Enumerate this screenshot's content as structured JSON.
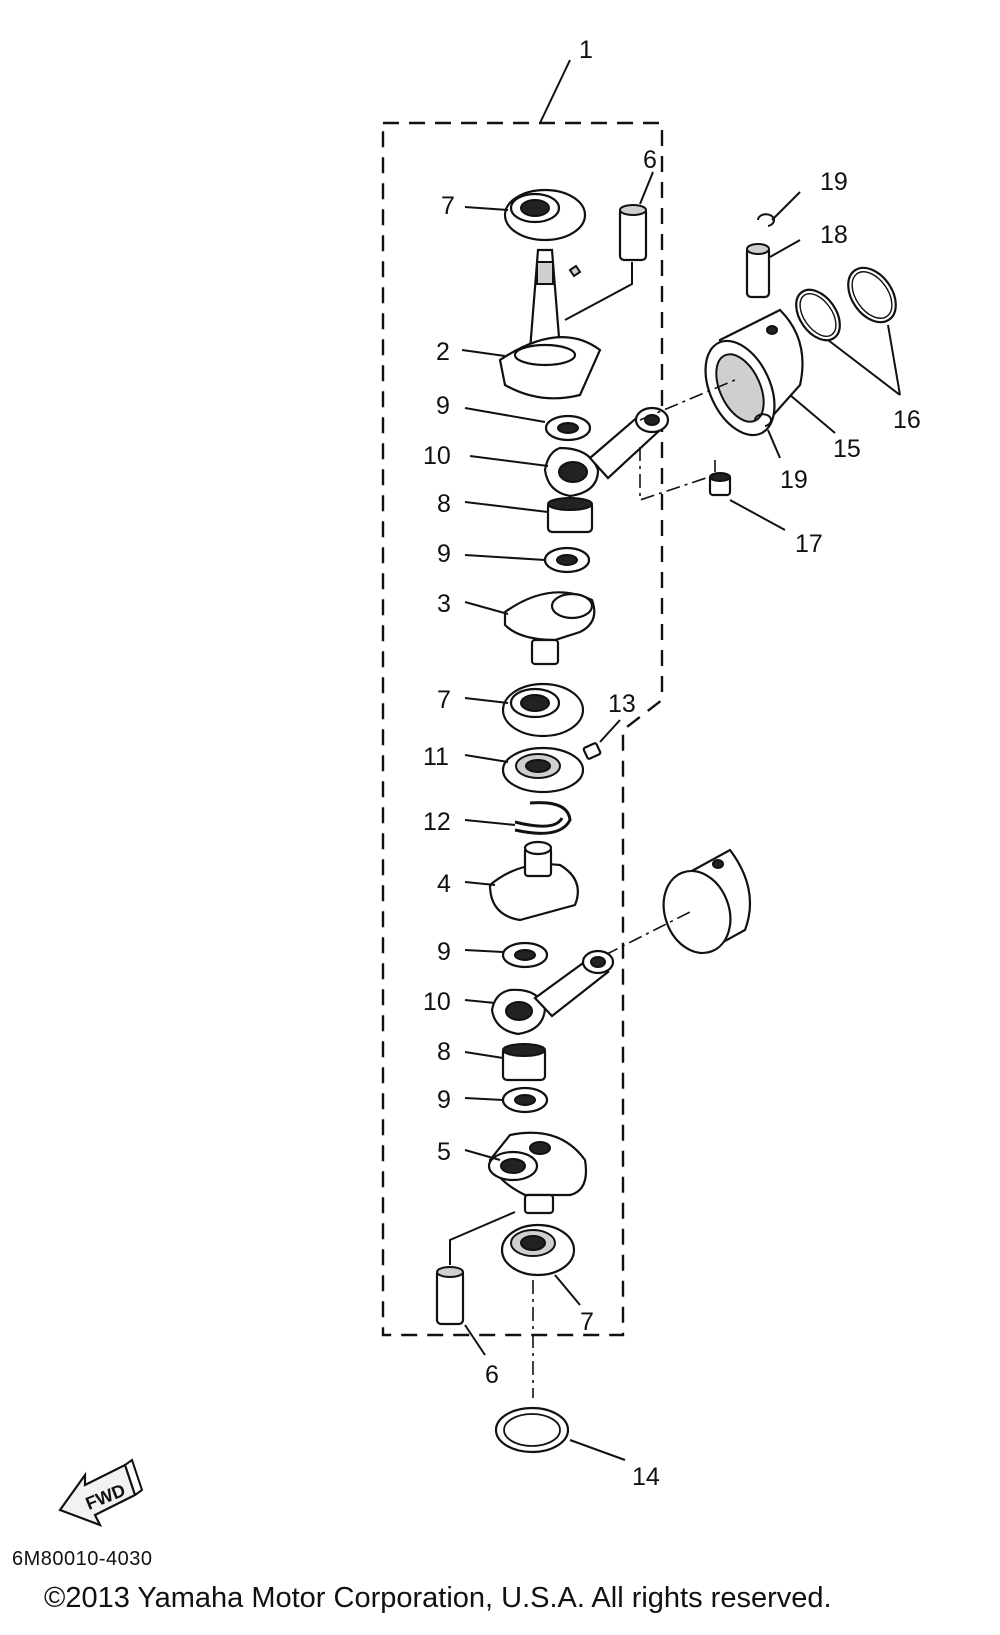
{
  "diagram": {
    "code": "6M80010-4030",
    "copyright": "©2013 Yamaha Motor Corporation, U.S.A. All rights reserved.",
    "fwd_label": "FWD",
    "callouts": {
      "c1": "1",
      "c2": "2",
      "c3": "3",
      "c4": "4",
      "c5": "5",
      "c6a": "6",
      "c6b": "6",
      "c7a": "7",
      "c7b": "7",
      "c7c": "7",
      "c8a": "8",
      "c8b": "8",
      "c9a": "9",
      "c9b": "9",
      "c9c": "9",
      "c9d": "9",
      "c10a": "10",
      "c10b": "10",
      "c11": "11",
      "c12": "12",
      "c13": "13",
      "c14": "14",
      "c15": "15",
      "c16": "16",
      "c17": "17",
      "c18": "18",
      "c19a": "19",
      "c19b": "19"
    }
  }
}
